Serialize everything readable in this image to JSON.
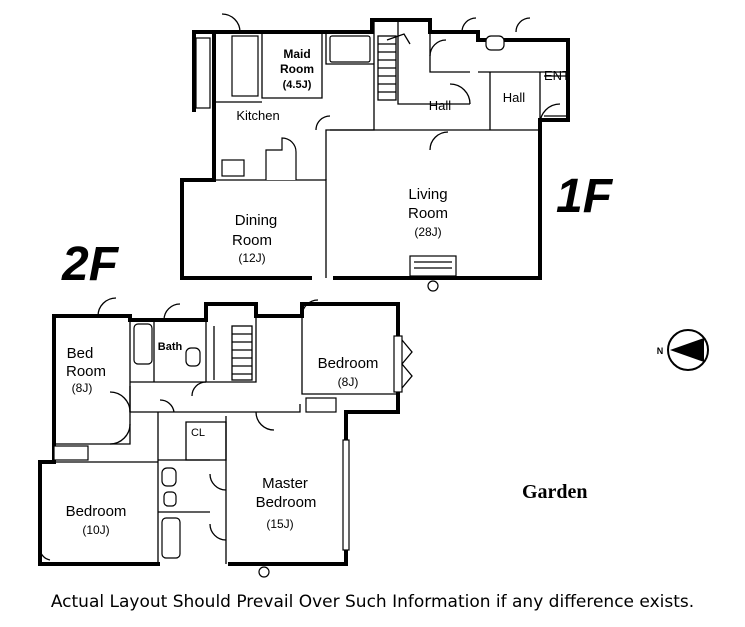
{
  "floor_labels": {
    "first": "1F",
    "second": "2F"
  },
  "rooms_1f": {
    "maid_room": {
      "name_line1": "Maid",
      "name_line2": "Room",
      "size": "(4.5J)"
    },
    "kitchen": {
      "name": "Kitchen"
    },
    "hall_1": {
      "name": "Hall"
    },
    "hall_2": {
      "name": "Hall"
    },
    "entrance": {
      "name": "ENT"
    },
    "dining": {
      "name_line1": "Dining",
      "name_line2": "Room",
      "size": "(12J)"
    },
    "living": {
      "name_line1": "Living",
      "name_line2": "Room",
      "size": "(28J)"
    }
  },
  "rooms_2f": {
    "bed_room_left": {
      "name_line1": "Bed",
      "name_line2": "Room",
      "size": "(8J)"
    },
    "bath": {
      "name": "Bath"
    },
    "bedroom_right": {
      "name": "Bedroom",
      "size": "(8J)"
    },
    "closet": {
      "name": "CL"
    },
    "bedroom_lower": {
      "name": "Bedroom",
      "size": "(10J)"
    },
    "master": {
      "name_line1": "Master",
      "name_line2": "Bedroom",
      "size": "(15J)"
    }
  },
  "garden": "Garden",
  "compass": {
    "label": "N",
    "icon": "north-arrow-icon"
  },
  "disclaimer": "Actual Layout Should Prevail Over Such Information if any difference exists."
}
